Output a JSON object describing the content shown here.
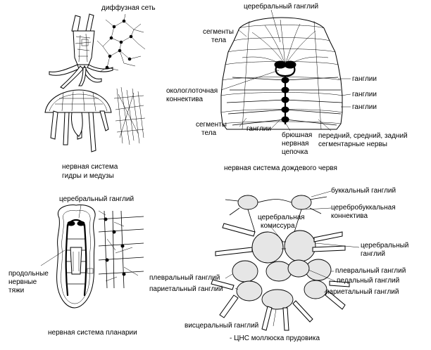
{
  "hydra": {
    "label_diffuse": "диффузная сеть",
    "caption_line1": "нервная система",
    "caption_line2": "гидры и медузы"
  },
  "earthworm": {
    "label_cerebral": "церебральный ганглий",
    "label_segments_top_1": "сегменты",
    "label_segments_top_2": "тела",
    "label_periph_1": "окологлоточная",
    "label_periph_2": "коннектива",
    "label_segments_bottom_1": "сегменты",
    "label_segments_bottom_2": "тела",
    "label_ganglia_bottom": "ганглии",
    "label_ventral_1": "брюшная",
    "label_ventral_2": "нервная",
    "label_ventral_3": "цепочка",
    "label_ganglia_r1": "ганглии",
    "label_ganglia_r2": "ганглии",
    "label_ganglia_r3": "ганглии",
    "label_segmental_1": "передний, средний, задний",
    "label_segmental_2": "сегментарные нервы",
    "caption": "нервная система дождевого червя"
  },
  "planaria": {
    "label_cerebral": "церебральный ганглий",
    "label_cords_1": "продольные",
    "label_cords_2": "нервные",
    "label_cords_3": "тяжи",
    "caption": "нервная система планарии"
  },
  "mollusc": {
    "label_buccal": "буккальный ганглий",
    "label_cerebrobuccal_1": "церебробуккальная",
    "label_cerebrobuccal_2": "коннектива",
    "label_commissure_1": "церебральная",
    "label_commissure_2": "комиссура",
    "label_cerebral_1": "церебральный",
    "label_cerebral_2": "ганглий",
    "label_pleural_left": "плевральный ганглий",
    "label_parietal_left": "париетальный ганглий",
    "label_pleural_right": "плевральный ганглий",
    "label_pedal": "педальный ганглий",
    "label_parietal_right": "париетальный ганглий",
    "label_visceral": "висцеральный ганглий",
    "caption": "- ЦНС моллюска прудовика"
  }
}
